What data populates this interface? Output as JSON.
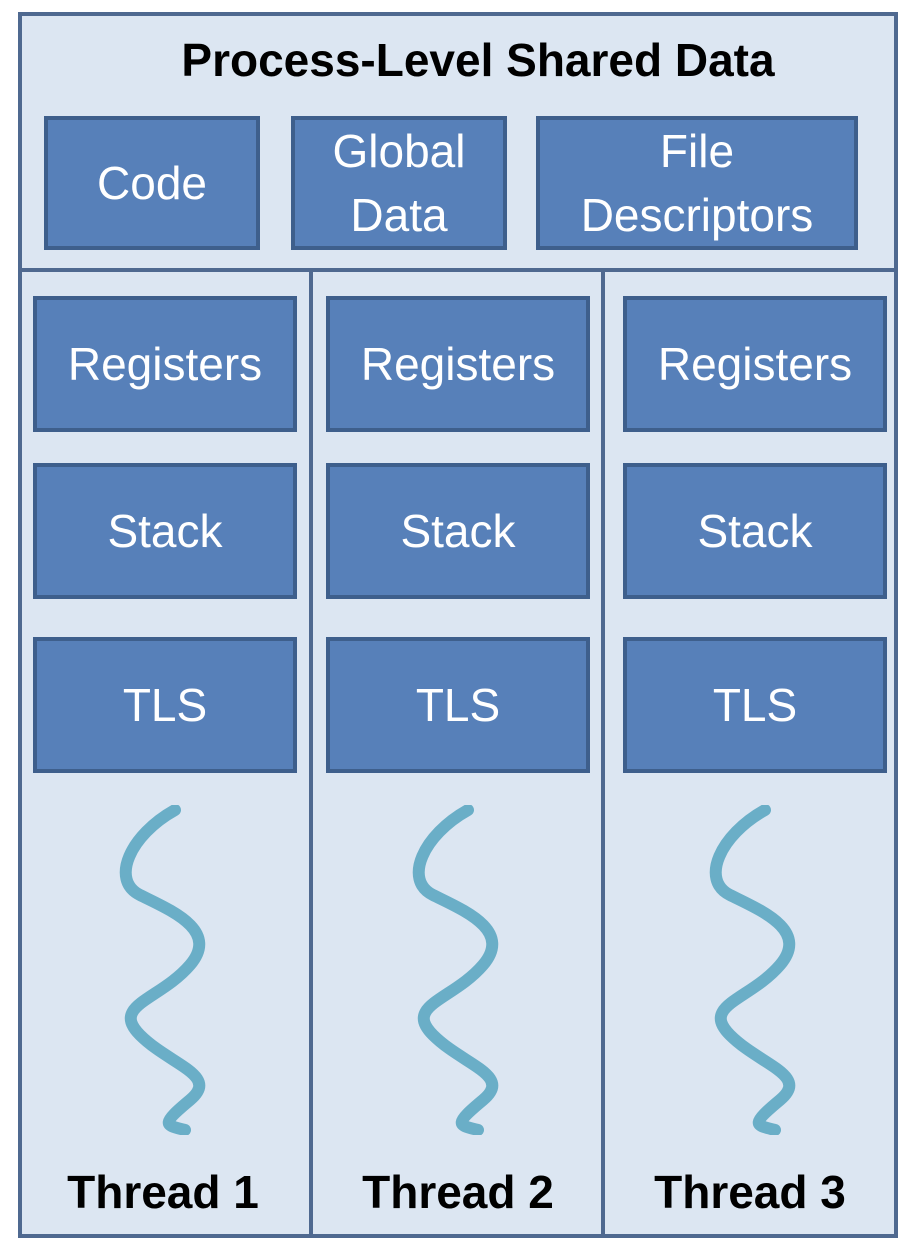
{
  "title": "Process-Level Shared Data",
  "shared": {
    "code": "Code",
    "global_data": "Global\nData",
    "file_descriptors": "File\nDescriptors"
  },
  "threads": [
    {
      "registers": "Registers",
      "stack": "Stack",
      "tls": "TLS",
      "label": "Thread 1"
    },
    {
      "registers": "Registers",
      "stack": "Stack",
      "tls": "TLS",
      "label": "Thread 2"
    },
    {
      "registers": "Registers",
      "stack": "Stack",
      "tls": "TLS",
      "label": "Thread 3"
    }
  ],
  "colors": {
    "box_fill": "#5780b9",
    "box_border": "#3e5f8c",
    "panel_fill": "#dce6f2",
    "frame_border": "#4f6990",
    "thread_wave": "#6aaec7"
  }
}
